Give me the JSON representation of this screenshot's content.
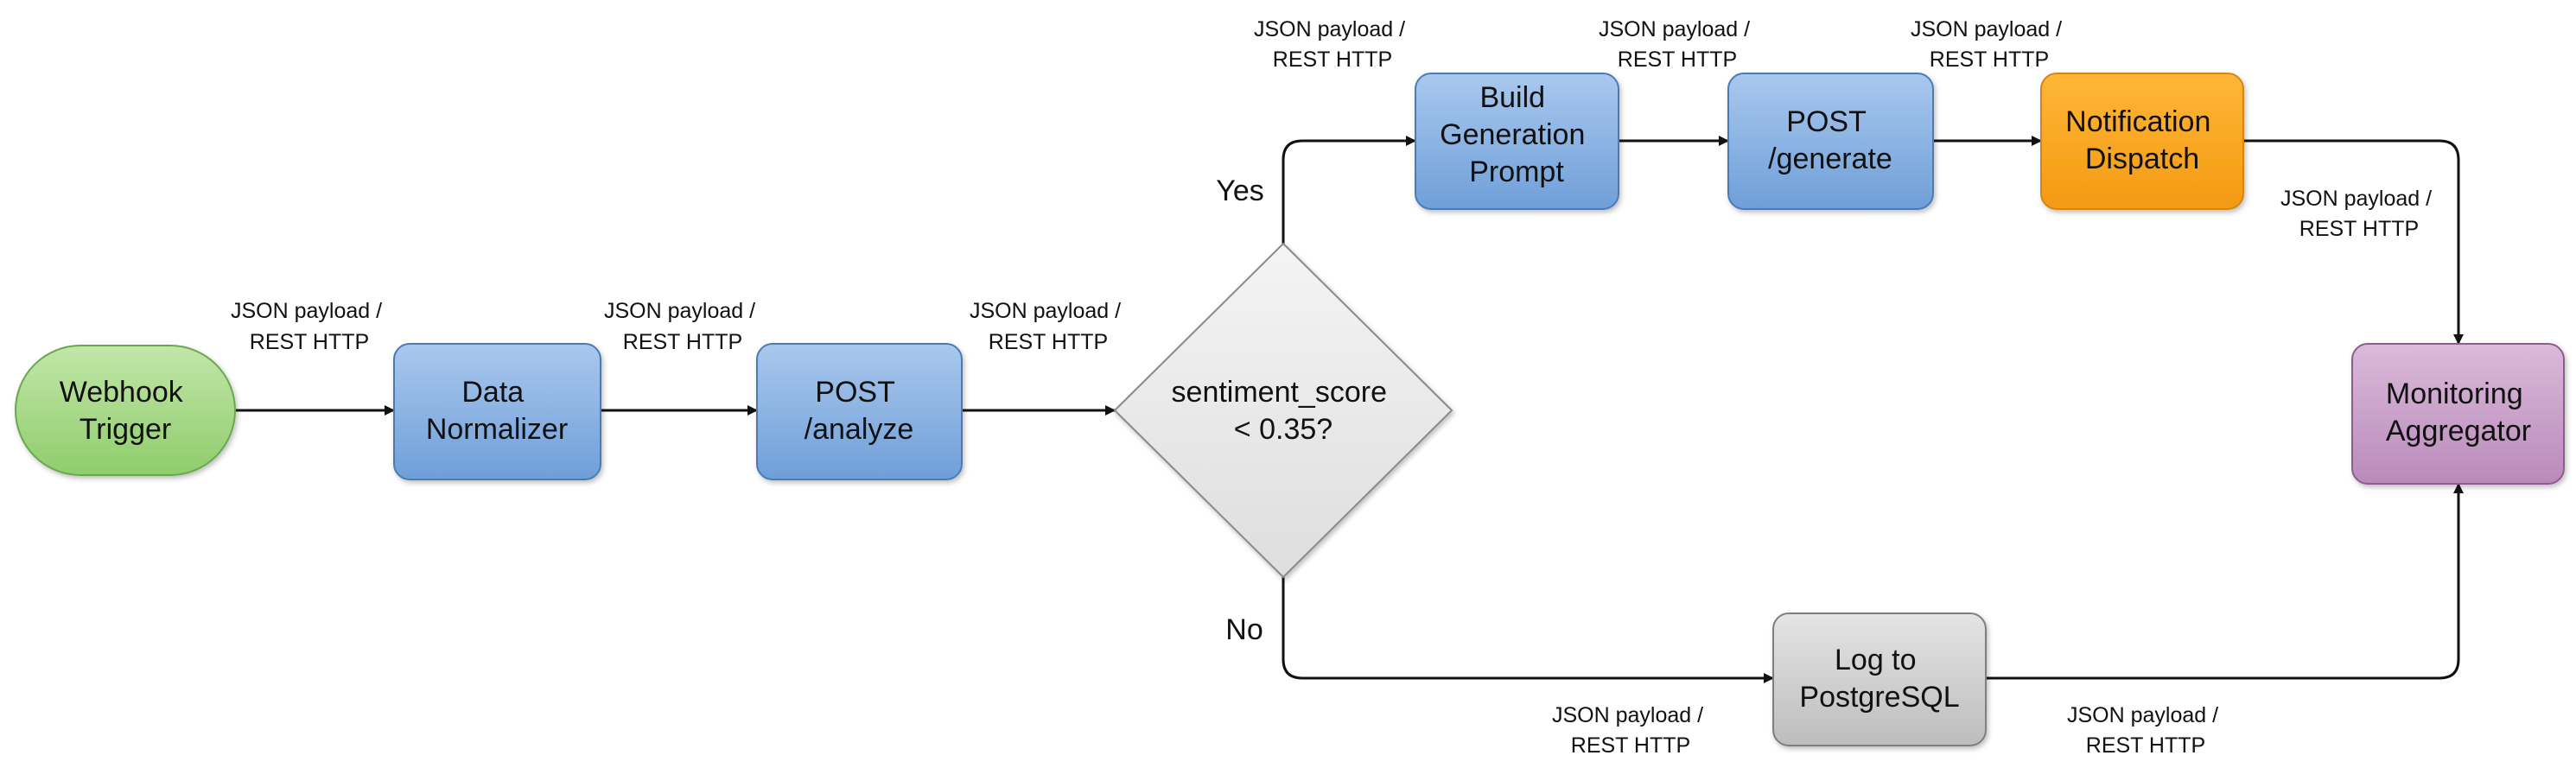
{
  "colors": {
    "terminal_fill": "#a8d888",
    "terminal_stroke": "#6aa84f",
    "process_fill": "#8db4e2",
    "process_stroke": "#4a7bb7",
    "decision_fill": "#ececec",
    "decision_stroke": "#8a8a8a",
    "notify_fill": "#f9a825",
    "notify_stroke": "#d58512",
    "monitor_fill": "#c8a2c8",
    "monitor_stroke": "#8e5c8e",
    "log_fill": "#d6d6d6",
    "log_stroke": "#7f7f7f",
    "edge_color": "#111111"
  },
  "nodes": {
    "webhook_trigger": {
      "lines": [
        "Webhook",
        "Trigger"
      ]
    },
    "data_normalizer": {
      "lines": [
        "Data",
        "Normalizer"
      ]
    },
    "post_analyze": {
      "lines": [
        "POST",
        "/analyze"
      ]
    },
    "decision": {
      "lines": [
        "sentiment_score",
        "< 0.35?"
      ]
    },
    "build_prompt": {
      "lines": [
        "Build",
        "Generation",
        "Prompt"
      ]
    },
    "post_generate": {
      "lines": [
        "POST",
        "/generate"
      ]
    },
    "notification_dispatch": {
      "lines": [
        "Notification",
        "Dispatch"
      ]
    },
    "monitoring_aggregator": {
      "lines": [
        "Monitoring",
        "Aggregator"
      ]
    },
    "log_postgres": {
      "lines": [
        "Log to",
        "PostgreSQL"
      ]
    }
  },
  "edges": {
    "webhook_to_normalizer": {
      "lines": [
        "JSON payload /",
        "REST HTTP"
      ]
    },
    "normalizer_to_analyze": {
      "lines": [
        "JSON payload /",
        "REST HTTP"
      ]
    },
    "analyze_to_decision": {
      "lines": [
        "JSON payload /",
        "REST HTTP"
      ]
    },
    "yes_to_build": {
      "lines": [
        "JSON payload /",
        "REST HTTP"
      ]
    },
    "build_to_generate": {
      "lines": [
        "JSON payload /",
        "REST HTTP"
      ]
    },
    "generate_to_notify": {
      "lines": [
        "JSON payload /",
        "REST HTTP"
      ]
    },
    "notify_to_monitor": {
      "lines": [
        "JSON payload /",
        "REST HTTP"
      ]
    },
    "no_to_log": {
      "lines": [
        "JSON payload /",
        "REST HTTP"
      ]
    },
    "log_to_monitor": {
      "lines": [
        "JSON payload /",
        "REST HTTP"
      ]
    }
  },
  "branches": {
    "yes": "Yes",
    "no": "No"
  }
}
